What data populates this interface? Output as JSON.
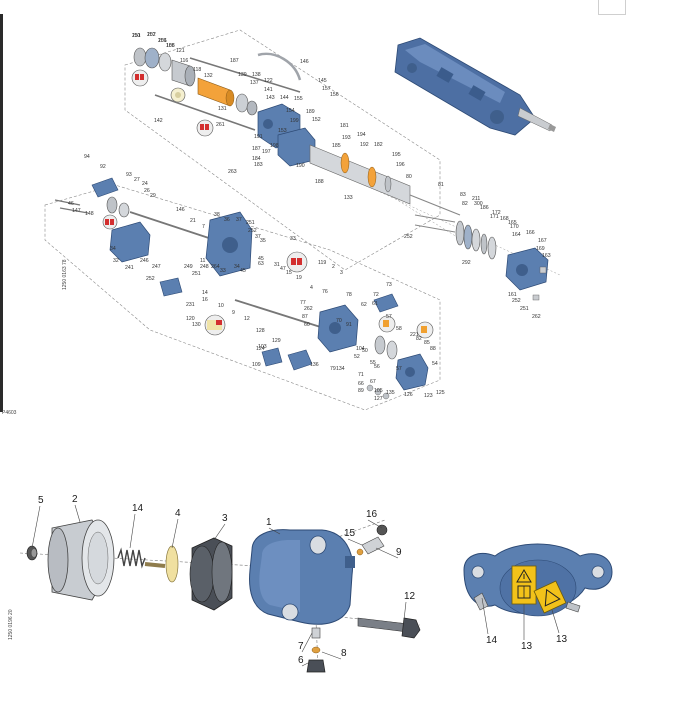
{
  "page": {
    "corner_code": "P4603"
  },
  "figure_top": {
    "ref_code": "1250 0163 78",
    "callouts": [
      "110",
      "107",
      "106",
      "108",
      "121",
      "116",
      "118",
      "132",
      "187",
      "139",
      "138",
      "137",
      "122",
      "141",
      "143",
      "131",
      "144",
      "155",
      "154",
      "146",
      "145",
      "157",
      "156",
      "189",
      "199",
      "152",
      "142",
      "261",
      "191",
      "153",
      "187",
      "198",
      "197",
      "184",
      "183",
      "263",
      "190",
      "188",
      "181",
      "193",
      "194",
      "185",
      "192",
      "182",
      "133",
      "195",
      "196",
      "94",
      "92",
      "93",
      "27",
      "24",
      "26",
      "29",
      "46",
      "147",
      "148",
      "146",
      "21",
      "7",
      "38",
      "36",
      "37",
      "251",
      "252",
      "37",
      "35",
      "33",
      "34",
      "32",
      "241",
      "246",
      "247",
      "11",
      "248",
      "249",
      "251",
      "252",
      "231",
      "264",
      "33",
      "34",
      "45",
      "45",
      "63",
      "31",
      "47",
      "15",
      "19",
      "14",
      "16",
      "10",
      "9",
      "12",
      "128",
      "129",
      "120",
      "130",
      "119",
      "2",
      "3",
      "4",
      "76",
      "78",
      "77",
      "262",
      "87",
      "62",
      "60",
      "72",
      "73",
      "61",
      "57",
      "58",
      "221",
      "82",
      "85",
      "88",
      "70",
      "91",
      "104",
      "52",
      "50",
      "55",
      "56",
      "57",
      "54",
      "71",
      "66",
      "67",
      "89",
      "105",
      "135",
      "127",
      "126",
      "123",
      "125",
      "124",
      "109",
      "103",
      "136",
      "134",
      "79",
      "80",
      "81",
      "83",
      "82",
      "211",
      "300",
      "186",
      "172",
      "171",
      "168",
      "165",
      "170",
      "164",
      "166",
      "167",
      "169",
      "163",
      "292",
      "161",
      "252",
      "251",
      "262",
      "252",
      "251",
      "252",
      "251",
      "186"
    ]
  },
  "figure_bottom": {
    "ref_code": "1250 0196 20",
    "callouts": [
      "5",
      "2",
      "14",
      "4",
      "3",
      "1",
      "16",
      "15",
      "9",
      "12",
      "7",
      "6",
      "8"
    ],
    "inset_callouts": [
      "14",
      "13",
      "13"
    ]
  },
  "colors": {
    "housing_blue": "#5b7fb0",
    "housing_dark": "#3f5f8c",
    "cylinder_grey": "#cfd2d6",
    "accent_orange": "#f0a030",
    "accent_red": "#d32f2f",
    "warning_yellow": "#f2c21a",
    "line_dark": "#333333",
    "dashed": "#777777"
  },
  "icons": [
    "warning-triangle-icon",
    "manual-book-icon"
  ]
}
